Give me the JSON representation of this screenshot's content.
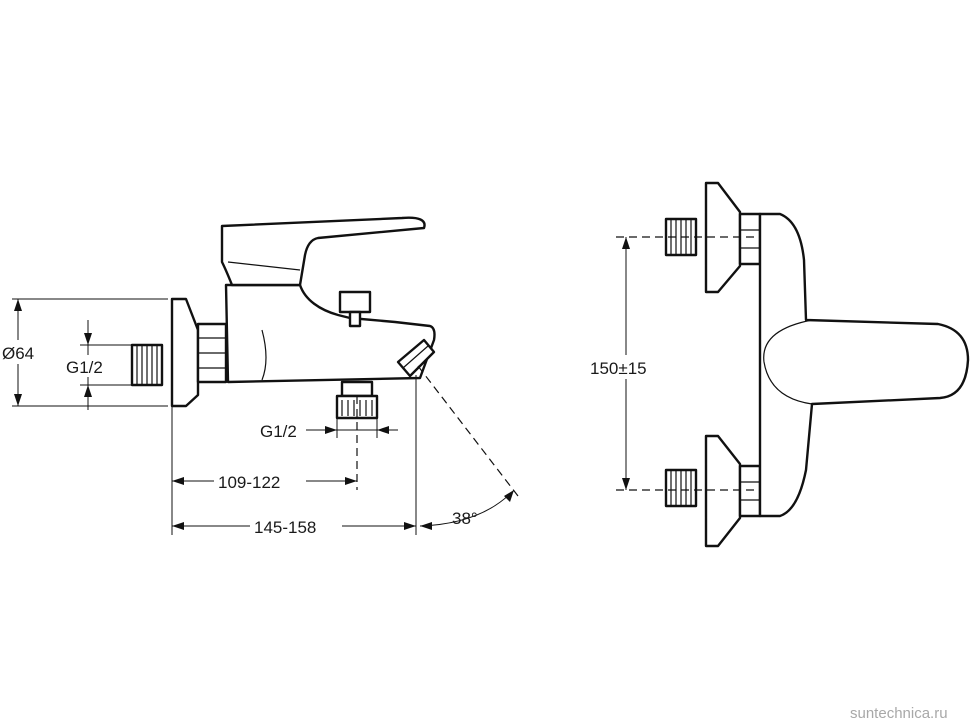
{
  "labels": {
    "diameter": "Ø64",
    "inlet_thread": "G1/2",
    "outlet_thread": "G1/2",
    "spout_depth": "109-122",
    "overall_depth": "145-158",
    "spout_angle": "38°",
    "inlet_spacing": "150±15"
  },
  "watermark": "suntechnica.ru"
}
